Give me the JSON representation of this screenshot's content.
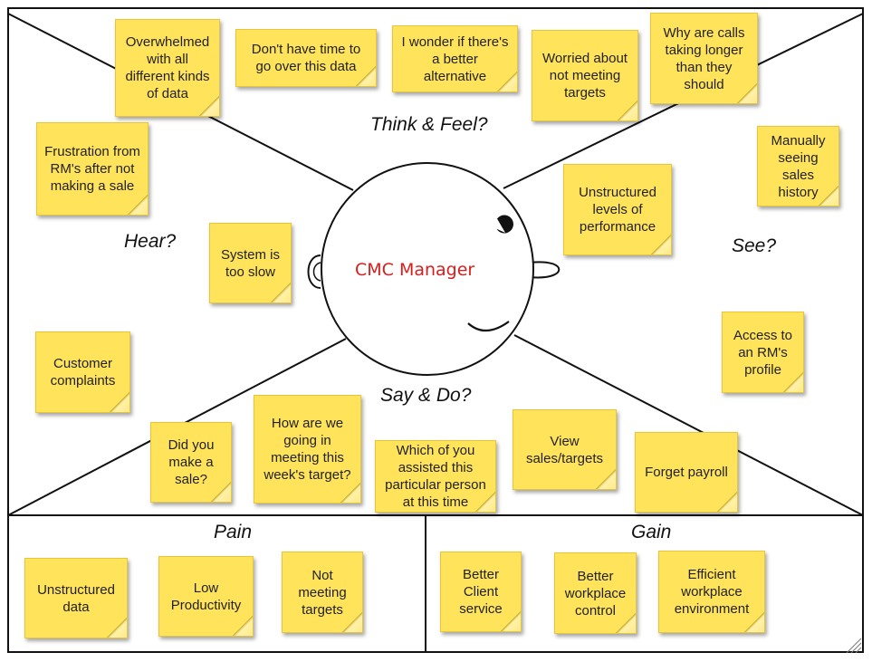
{
  "persona": {
    "name": "CMC Manager"
  },
  "sections": {
    "think_feel": "Think & Feel?",
    "hear": "Hear?",
    "see": "See?",
    "say_do": "Say & Do?",
    "pain": "Pain",
    "gain": "Gain"
  },
  "notes": {
    "think_feel": [
      "Overwhelmed with all different kinds of data",
      "Don't have time to go over this data",
      "I wonder if there's a better alternative",
      "Worried about not meeting targets",
      "Why are calls taking longer than they should",
      "Unstructured levels of performance"
    ],
    "hear": [
      "Frustration from RM's after not making a sale",
      "System is too slow",
      "Customer complaints"
    ],
    "see": [
      "Manually seeing sales history",
      "Access to an RM's profile"
    ],
    "say_do": [
      "Did you make a sale?",
      "How are we going in meeting this week's target?",
      "Which of you assisted this particular person at this time",
      "View sales/targets",
      "Forget payroll"
    ],
    "pain": [
      "Unstructured data",
      "Low Productivity",
      "Not meeting targets"
    ],
    "gain": [
      "Better Client service",
      "Better workplace control",
      "Efficient workplace environment"
    ]
  },
  "colors": {
    "note_fill": "#ffe35a",
    "persona_text": "#d81d1d",
    "lines": "#111111"
  }
}
